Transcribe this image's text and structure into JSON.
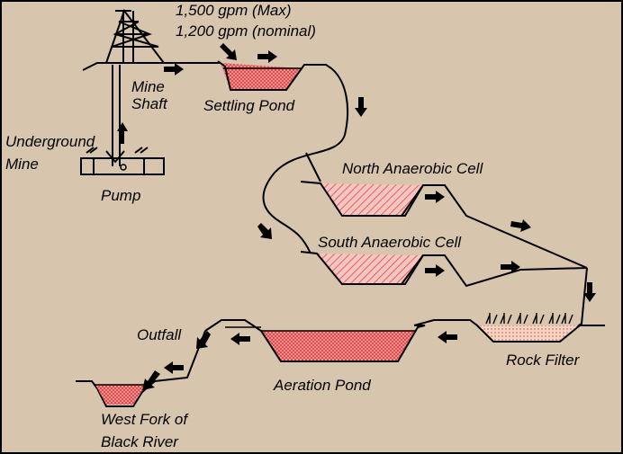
{
  "labels": {
    "flow_max": "1,500 gpm (Max)",
    "flow_nominal": "1,200 gpm (nominal)",
    "mine_shaft_1": "Mine",
    "mine_shaft_2": "Shaft",
    "underground_1": "Underground",
    "underground_2": "Mine",
    "pump": "Pump",
    "settling_pond": "Settling Pond",
    "north_cell": "North Anaerobic Cell",
    "south_cell": "South Anaerobic Cell",
    "rock_filter": "Rock Filter",
    "aeration_pond": "Aeration Pond",
    "outfall": "Outfall",
    "river_1": "West Fork of",
    "river_2": "Black River"
  },
  "colors": {
    "background": "#d8c5ae",
    "water_fill": "#ee6b6b",
    "arrows": "#000000"
  }
}
